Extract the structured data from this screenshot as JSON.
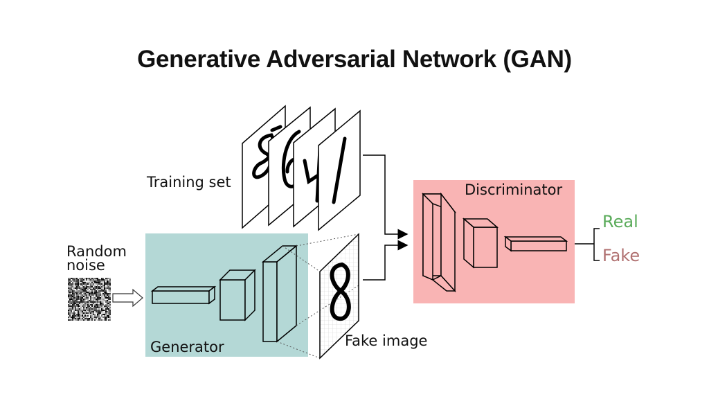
{
  "title": "Generative Adversarial Network (GAN)",
  "labels": {
    "training_set": "Training set",
    "random_noise_line1": "Random",
    "random_noise_line2": "noise",
    "generator": "Generator",
    "fake_image": "Fake image",
    "discriminator": "Discriminator",
    "real": "Real",
    "fake": "Fake"
  },
  "colors": {
    "generator_bg": "#b4d8d6",
    "discriminator_bg": "#f9b4b4",
    "real": "#5aab5a",
    "fake": "#b07070"
  },
  "icons": {
    "noise": "random-noise-image",
    "digits": "handwritten-digit-images"
  }
}
